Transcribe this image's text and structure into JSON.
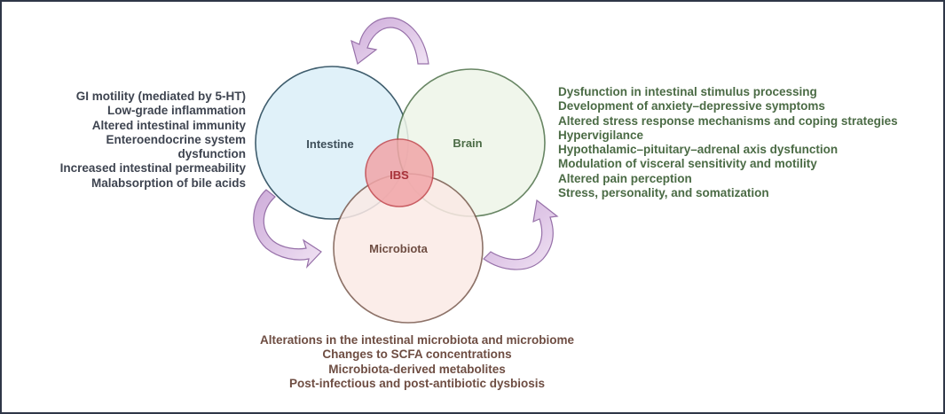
{
  "diagram": {
    "center_label": "IBS",
    "circles": {
      "intestine": "Intestine",
      "brain": "Brain",
      "microbiota": "Microbiota"
    },
    "colors": {
      "intestine_fill": "#dff1f9",
      "intestine_stroke": "#355566",
      "brain_fill": "#eef5e8",
      "brain_stroke": "#4e7149",
      "microbiota_fill": "#fbeae6",
      "microbiota_stroke": "#7a5a4e",
      "ibs_fill": "#f1a5a8",
      "ibs_stroke": "#c2464d",
      "ibs_text": "#a8323a",
      "arrow_fill": "#d9bde3",
      "arrow_stroke": "#8c62a0"
    },
    "intestine_factors": [
      "GI motility (mediated by 5-HT)",
      "Low-grade inflammation",
      "Altered intestinal immunity",
      "Enteroendocrine system",
      "dysfunction",
      "Increased intestinal permeability",
      "Malabsorption of bile acids"
    ],
    "brain_factors": [
      "Dysfunction in intestinal stimulus processing",
      "Development of anxiety–depressive symptoms",
      "Altered stress response mechanisms and coping strategies",
      "Hypervigilance",
      "Hypothalamic–pituitary–adrenal axis dysfunction",
      "Modulation of visceral sensitivity and motility",
      "Altered pain perception",
      "Stress, personality, and somatization"
    ],
    "microbiota_factors": [
      "Alterations in the intestinal microbiota and microbiome",
      "Changes to SCFA concentrations",
      "Microbiota-derived metabolites",
      "Post-infectious and post-antibiotic dysbiosis"
    ]
  }
}
